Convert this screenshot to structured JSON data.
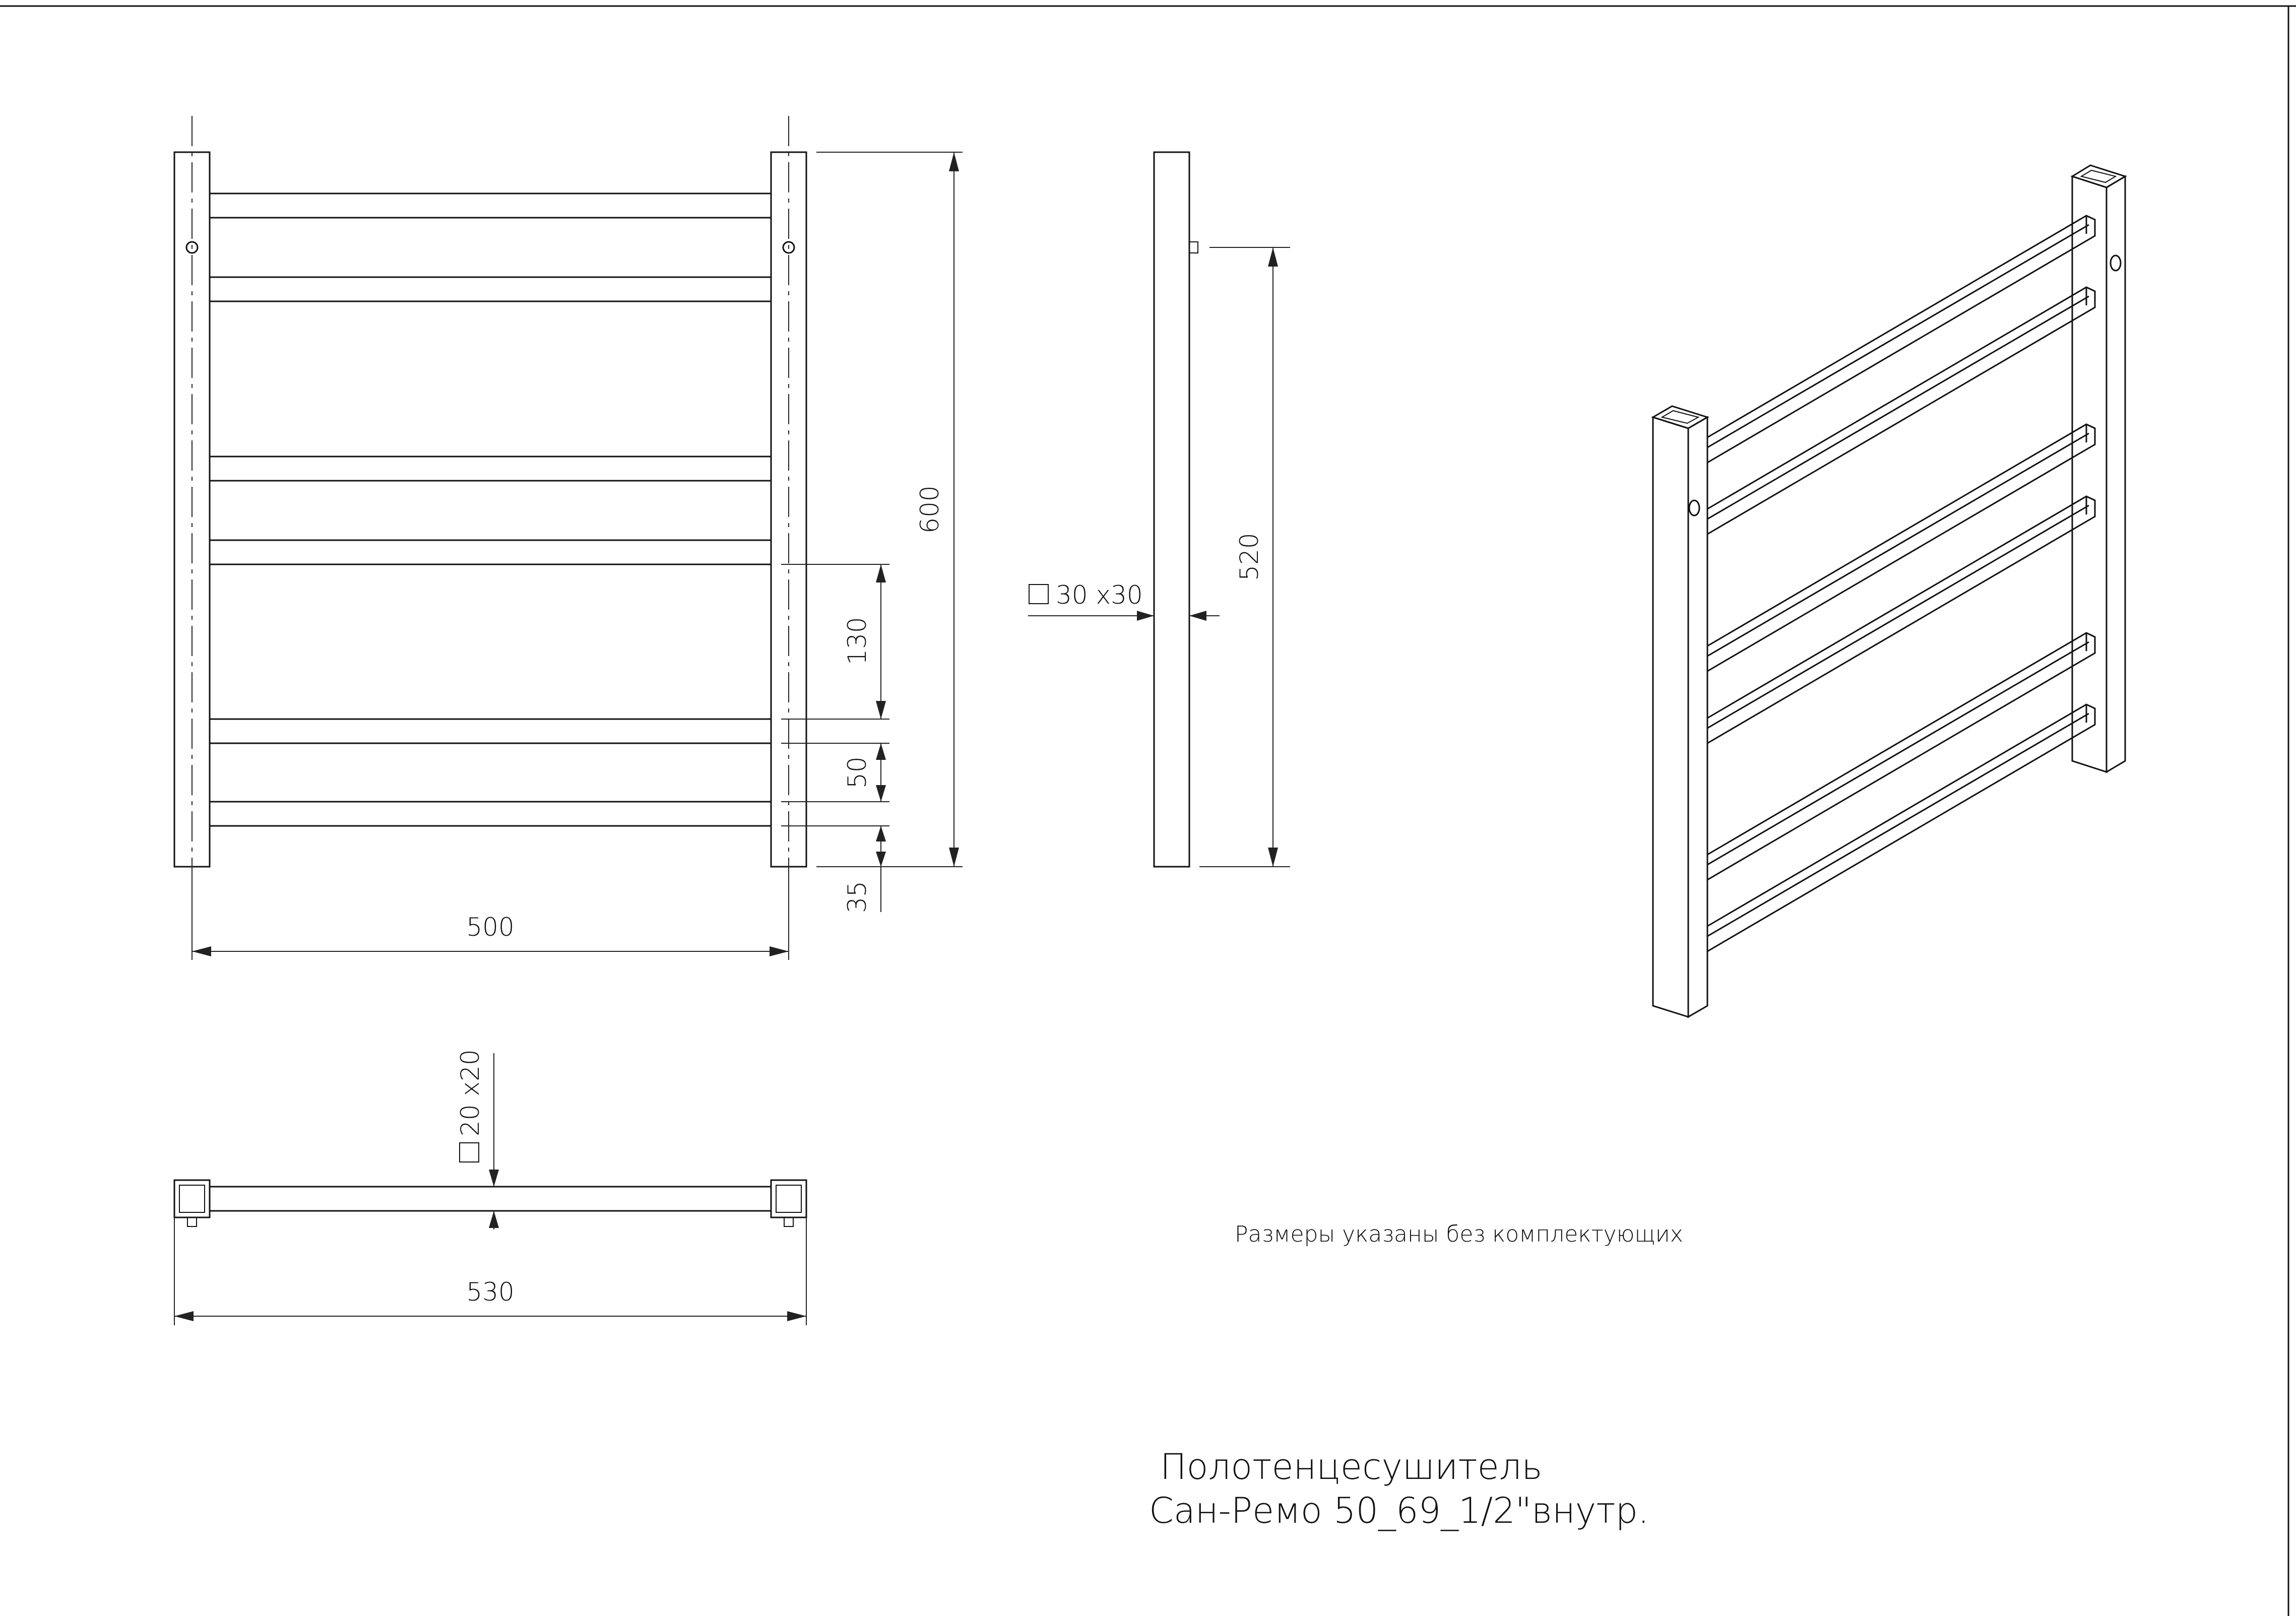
{
  "drawing": {
    "dimensions": {
      "total_height": "600",
      "center_spacing": "520",
      "spacing_130": "130",
      "spacing_50": "50",
      "spacing_35": "35",
      "width_500": "500",
      "width_530": "530",
      "profile_30": "30 x30",
      "profile_20": "20 x20"
    },
    "note": "Размеры указаны без комплектующих",
    "title_line1": "Полотенцесушитель",
    "title_line2": "Сан-Ремо  50_69_1/2\"внутр."
  }
}
